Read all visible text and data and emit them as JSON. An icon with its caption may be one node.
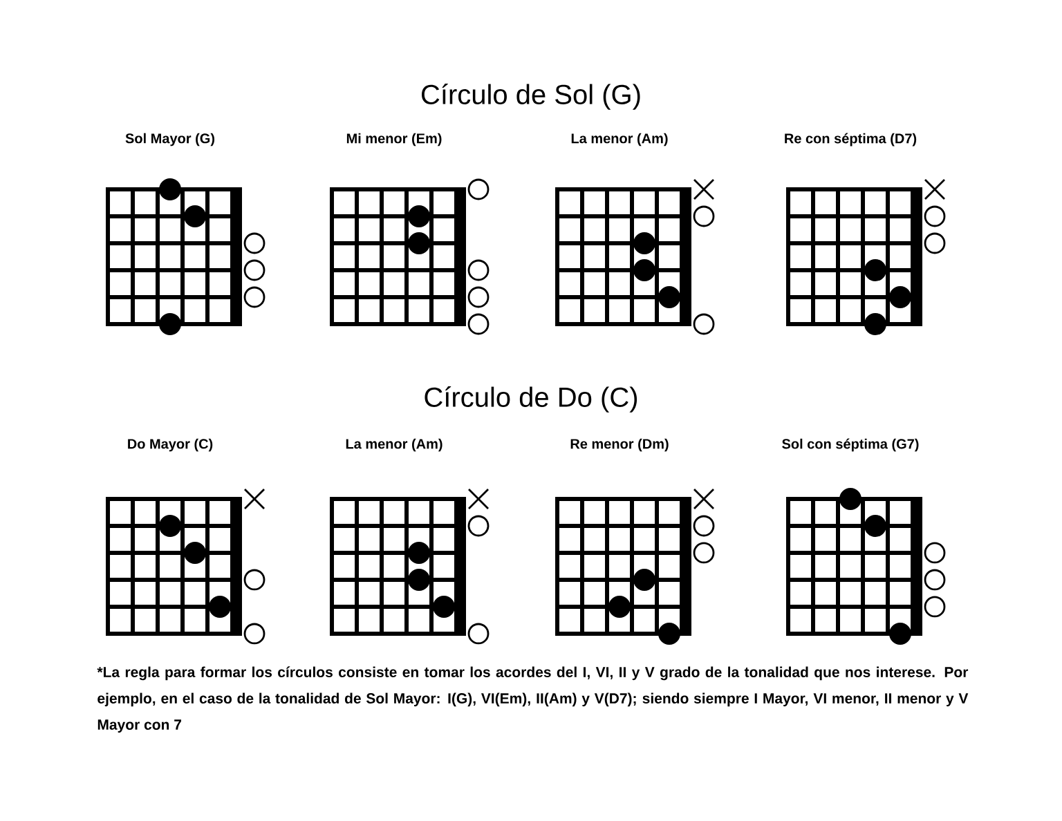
{
  "diagram": {
    "title": "Círculo de Sol (G)",
    "nodes": [
      {
        "text": [
          "Sol Mayor (G)"
        ]
      },
      {
        "text": [
          "Mi menor (Em)"
        ]
      },
      {
        "text": [
          "La menor (Am)"
        ]
      },
      {
        "text": [
          "Re con séptima (D7)"
        ]
      },
      {
        "text": [
          "Do Mayor (C)"
        ]
      },
      {
        "text": [
          "La menor (Am)"
        ]
      },
      {
        "text": [
          "Re menor (Dm)"
        ]
      },
      {
        "text": [
          "Sol con séptima (G7)"
        ]
      }
    ],
    "labels": [
      "Círculo de Do (C)"
    ],
    "caption": "*La regla para formar los círculos consiste en tomar los acordes del I, VI, II y V grado de la tonalidad que nos interese. Por ejemplo, en el caso de la tonalidad de Sol Mayor: I(G), VI(Em), II(Am) y V(D7); siendo siempre I Mayor, VI menor, II menor y V Mayor con 7"
  }
}
